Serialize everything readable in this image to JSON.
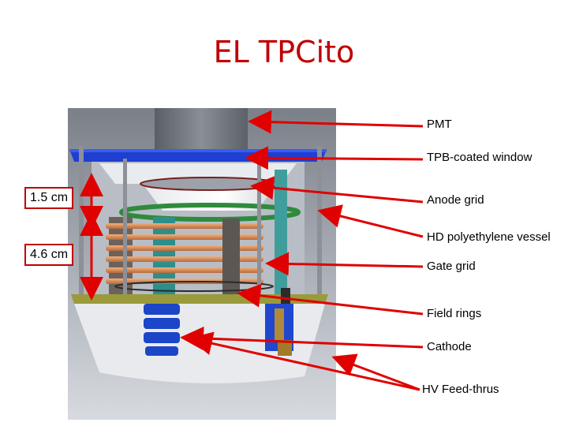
{
  "title": "EL TPCito",
  "dimensions": [
    {
      "label": "1.5 cm"
    },
    {
      "label": "4.6 cm"
    }
  ],
  "callouts": [
    {
      "label": "PMT"
    },
    {
      "label": "TPB-coated window"
    },
    {
      "label": "Anode grid"
    },
    {
      "label": "HD polyethylene vessel"
    },
    {
      "label": "Gate grid"
    },
    {
      "label": "Field rings"
    },
    {
      "label": "Cathode"
    },
    {
      "label": "HV Feed-thrus"
    }
  ],
  "colors": {
    "title": "#c00000",
    "arrows": "#e00000",
    "window": "#1f3fd0",
    "rings": "#d2884a",
    "anode": "#2e8b3c",
    "vessel_bg": "#c9cdd3",
    "feedthru": "#1c45c8"
  }
}
